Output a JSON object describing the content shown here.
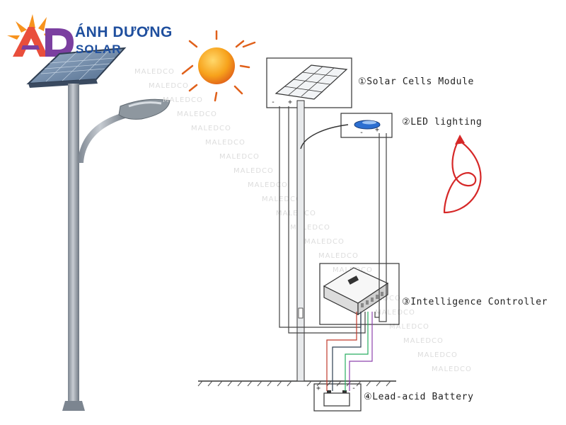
{
  "logo": {
    "line1": "ÁNH DƯƠNG",
    "line2": "SOLAR",
    "colors": {
      "orange": "#f7931e",
      "red": "#e94e3c",
      "purple": "#7b3fa0",
      "blue": "#1f4f9e"
    }
  },
  "labels": {
    "solar_module": "①Solar Cells Module",
    "led": "②LED lighting",
    "controller": "③Intelligence Controller",
    "battery": "④Lead-acid Battery"
  },
  "terminals": {
    "minus": "-",
    "plus": "+"
  },
  "watermark": "MALEDCO",
  "colors": {
    "sun": "#f5a623",
    "arrow": "#d62828",
    "pole": "#9aa3ad",
    "wire": "#444444"
  }
}
